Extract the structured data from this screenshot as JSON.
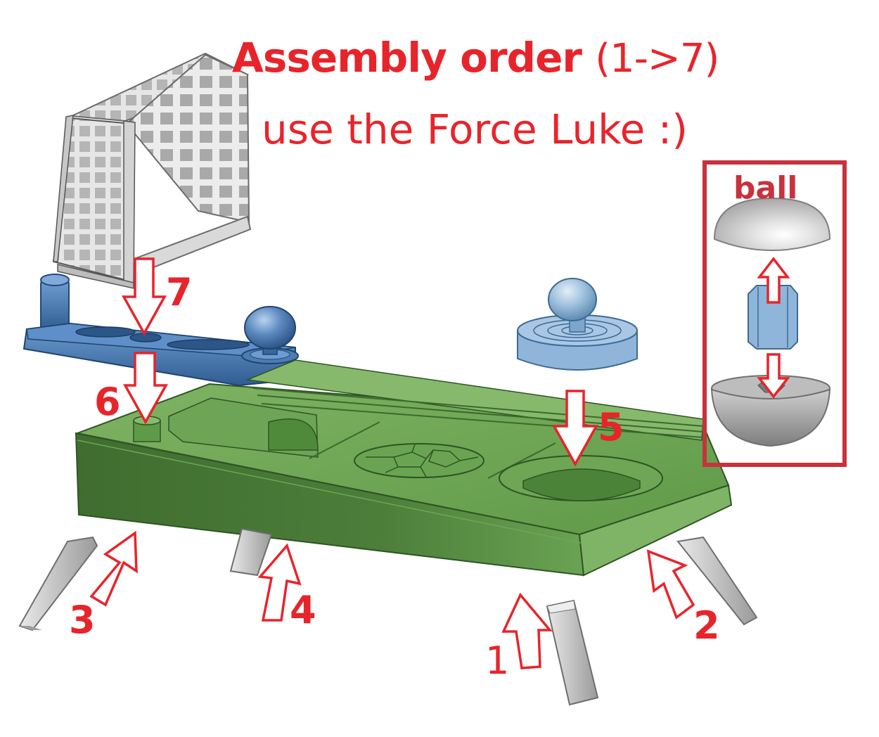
{
  "title": {
    "main": "Assembly order",
    "order": "(1->7)",
    "subtitle": "use the Force Luke :)"
  },
  "ball_box": {
    "label": "ball"
  },
  "steps": [
    "1",
    "2",
    "3",
    "4",
    "5",
    "6",
    "7"
  ],
  "colors": {
    "label_red": "#e8242b",
    "box_red": "#c8323c",
    "base_green": "#5e9b48",
    "handle_blue": "#4f7fb8",
    "part_gray": "#c9c9c9"
  }
}
